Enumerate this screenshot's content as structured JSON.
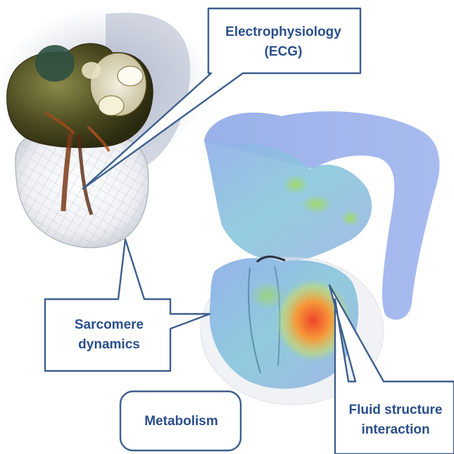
{
  "callouts": {
    "electrophysiology": {
      "line1": "Electrophysiology",
      "line2": "(ECG)"
    },
    "sarcomere": {
      "line1": "Sarcomere",
      "line2": "dynamics"
    },
    "metabolism": {
      "label": "Metabolism"
    },
    "fluid_structure": {
      "line1": "Fluid structure",
      "line2": "interaction"
    }
  },
  "colors": {
    "callout_border": "#3d5f8c",
    "callout_text": "#2a4f8a",
    "mesh_heart_tissue": "#e8ecf0",
    "atria_dark": "#4a4a1e",
    "fluid_blue": "#8fb8e8",
    "fluid_green": "#9bd69a",
    "fluid_hot": "#f05a2a"
  },
  "icons": [
    "heart-mesh-model",
    "heart-fluid-model"
  ]
}
